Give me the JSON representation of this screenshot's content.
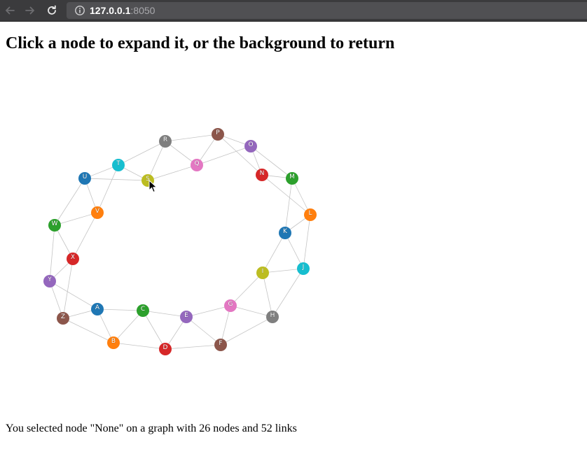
{
  "browser": {
    "url_host": "127.0.0.1",
    "url_port": ":8050"
  },
  "page": {
    "title": "Click a node to expand it, or the background to return",
    "status_text": "You selected node \"None\" on a graph with 26 nodes and 52 links"
  },
  "graph": {
    "nodes": [
      {
        "id": "A",
        "color": "#1f77b4"
      },
      {
        "id": "B",
        "color": "#ff7f0e"
      },
      {
        "id": "C",
        "color": "#2ca02c"
      },
      {
        "id": "D",
        "color": "#d62728"
      },
      {
        "id": "E",
        "color": "#9467bd"
      },
      {
        "id": "F",
        "color": "#8c564b"
      },
      {
        "id": "G",
        "color": "#e377c2"
      },
      {
        "id": "H",
        "color": "#7f7f7f"
      },
      {
        "id": "I",
        "color": "#bcbd22"
      },
      {
        "id": "J",
        "color": "#17becf"
      },
      {
        "id": "K",
        "color": "#1f77b4"
      },
      {
        "id": "L",
        "color": "#ff7f0e"
      },
      {
        "id": "M",
        "color": "#2ca02c"
      },
      {
        "id": "N",
        "color": "#d62728"
      },
      {
        "id": "O",
        "color": "#9467bd"
      },
      {
        "id": "P",
        "color": "#8c564b"
      },
      {
        "id": "Q",
        "color": "#e377c2"
      },
      {
        "id": "R",
        "color": "#7f7f7f"
      },
      {
        "id": "S",
        "color": "#bcbd22"
      },
      {
        "id": "T",
        "color": "#17becf"
      },
      {
        "id": "U",
        "color": "#1f77b4"
      },
      {
        "id": "V",
        "color": "#ff7f0e"
      },
      {
        "id": "W",
        "color": "#2ca02c"
      },
      {
        "id": "X",
        "color": "#d62728"
      },
      {
        "id": "Y",
        "color": "#9467bd"
      },
      {
        "id": "Z",
        "color": "#8c564b"
      }
    ],
    "links": [
      [
        "A",
        "B"
      ],
      [
        "A",
        "C"
      ],
      [
        "A",
        "Z"
      ],
      [
        "B",
        "C"
      ],
      [
        "B",
        "D"
      ],
      [
        "B",
        "Z"
      ],
      [
        "C",
        "D"
      ],
      [
        "C",
        "E"
      ],
      [
        "D",
        "E"
      ],
      [
        "D",
        "F"
      ],
      [
        "E",
        "F"
      ],
      [
        "E",
        "G"
      ],
      [
        "F",
        "G"
      ],
      [
        "F",
        "H"
      ],
      [
        "G",
        "H"
      ],
      [
        "G",
        "I"
      ],
      [
        "H",
        "I"
      ],
      [
        "H",
        "J"
      ],
      [
        "I",
        "J"
      ],
      [
        "I",
        "K"
      ],
      [
        "J",
        "K"
      ],
      [
        "J",
        "L"
      ],
      [
        "K",
        "L"
      ],
      [
        "K",
        "M"
      ],
      [
        "L",
        "M"
      ],
      [
        "L",
        "N"
      ],
      [
        "M",
        "N"
      ],
      [
        "M",
        "O"
      ],
      [
        "N",
        "O"
      ],
      [
        "N",
        "P"
      ],
      [
        "O",
        "P"
      ],
      [
        "O",
        "Q"
      ],
      [
        "P",
        "Q"
      ],
      [
        "P",
        "R"
      ],
      [
        "Q",
        "R"
      ],
      [
        "Q",
        "S"
      ],
      [
        "R",
        "S"
      ],
      [
        "R",
        "T"
      ],
      [
        "S",
        "T"
      ],
      [
        "S",
        "U"
      ],
      [
        "T",
        "U"
      ],
      [
        "T",
        "V"
      ],
      [
        "U",
        "V"
      ],
      [
        "U",
        "W"
      ],
      [
        "V",
        "W"
      ],
      [
        "V",
        "X"
      ],
      [
        "W",
        "X"
      ],
      [
        "W",
        "Y"
      ],
      [
        "X",
        "Y"
      ],
      [
        "X",
        "Z"
      ],
      [
        "Y",
        "Z"
      ],
      [
        "Y",
        "A"
      ]
    ]
  }
}
